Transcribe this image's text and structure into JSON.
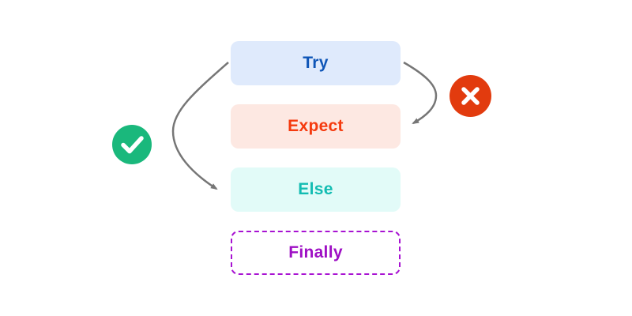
{
  "diagram": {
    "description": "Exception handling flow diagram with Try, Expect, Else and Finally blocks",
    "nodes": [
      {
        "id": "try",
        "label": "Try",
        "bg": "#dfeafc",
        "text_color": "#0e55b7"
      },
      {
        "id": "expect",
        "label": "Expect",
        "bg": "#fde8e2",
        "text_color": "#f53a0e"
      },
      {
        "id": "else",
        "label": "Else",
        "bg": "#e2fbf8",
        "text_color": "#12bcb2"
      },
      {
        "id": "finally",
        "label": "Finally",
        "bg": "#ffffff",
        "text_color": "#9e0fc4",
        "border_style": "dashed",
        "border_color": "#a813d2"
      }
    ],
    "badges": [
      {
        "id": "success",
        "icon": "check-icon",
        "bg": "#1ab87c",
        "glyph_color": "#ffffff"
      },
      {
        "id": "error",
        "icon": "x-icon",
        "bg": "#e23b0e",
        "glyph_color": "#ffffff"
      }
    ],
    "arrows": [
      {
        "id": "try-to-else",
        "from": "try",
        "to": "else",
        "color": "#767676"
      },
      {
        "id": "try-to-expect",
        "from": "try",
        "to": "expect",
        "color": "#767676"
      }
    ]
  }
}
